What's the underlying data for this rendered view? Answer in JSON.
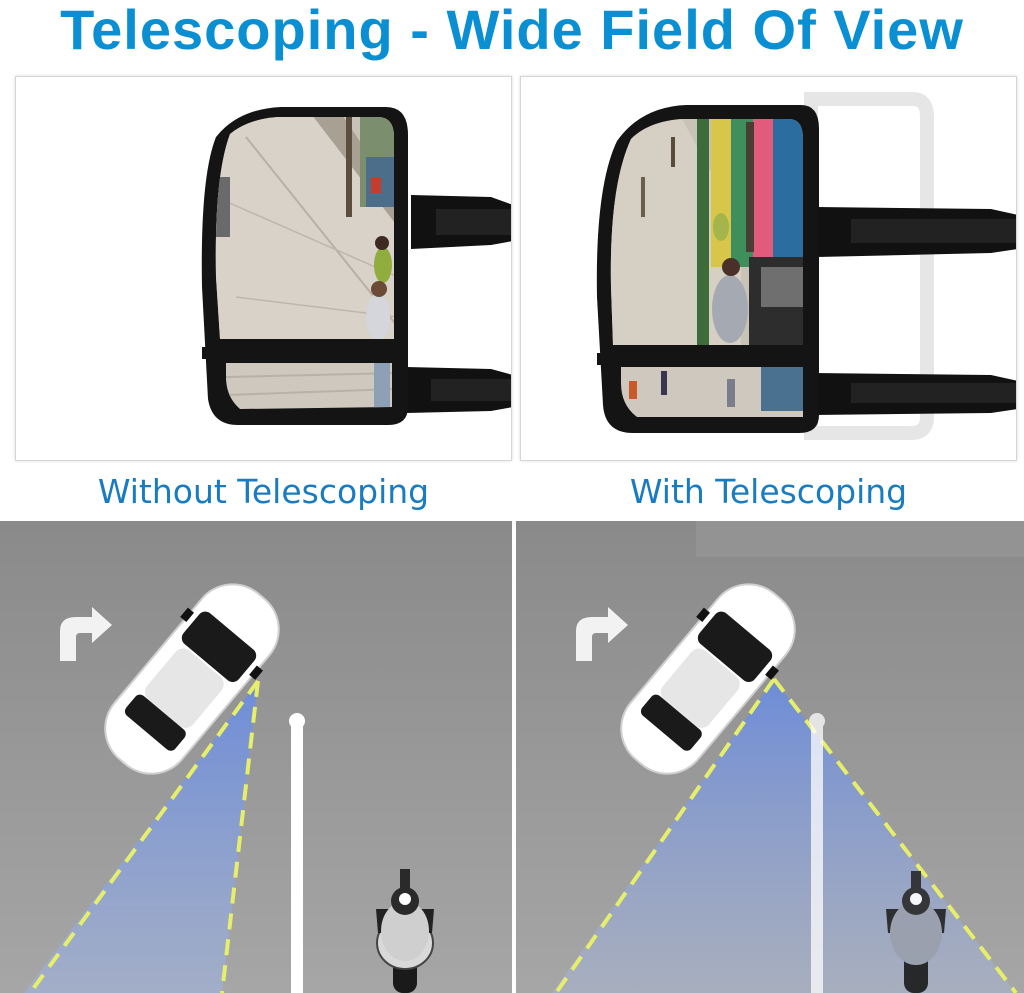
{
  "title": "Telescoping - Wide Field Of View",
  "captions": {
    "left": "Without Telescoping",
    "right": "With Telescoping"
  },
  "colors": {
    "brand_blue": "#0a8fd3",
    "caption_blue": "#1a7cc0",
    "road_gray": "#8e8e8e",
    "view_cone": "#7d9ad8",
    "view_edge": "#e4ec68",
    "mirror_frame": "#111111",
    "car_body": "#ffffff"
  },
  "icons": {
    "turn": "turn-right-arrow-icon",
    "car": "car-icon",
    "rider": "motorcycle-rider-icon"
  }
}
